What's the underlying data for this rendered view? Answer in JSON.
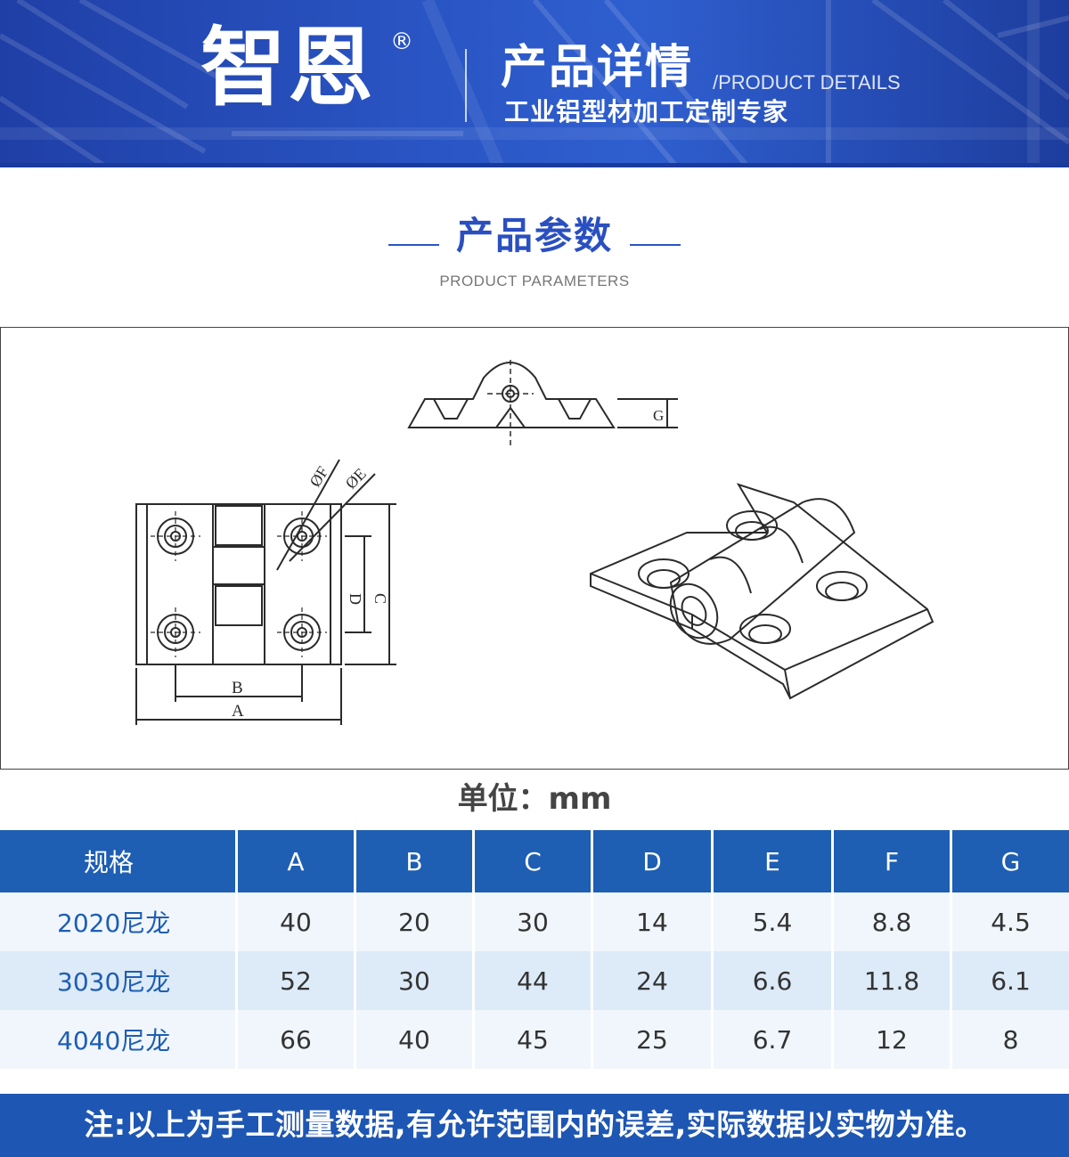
{
  "banner": {
    "logo": "智恩",
    "registered": "®",
    "title": "产品详情",
    "title_en": "/PRODUCT DETAILS",
    "subtitle": "工业铝型材加工定制专家"
  },
  "section": {
    "title": "产品参数",
    "subtitle": "PRODUCT PARAMETERS"
  },
  "drawing": {
    "labels": {
      "g": "G",
      "f": "ØF",
      "e": "ØE",
      "d": "D",
      "c": "C",
      "b": "B",
      "a": "A"
    }
  },
  "unit": "单位：mm",
  "table": {
    "headers": [
      "规格",
      "A",
      "B",
      "C",
      "D",
      "E",
      "F",
      "G"
    ],
    "rows": [
      [
        "2020尼龙",
        "40",
        "20",
        "30",
        "14",
        "5.4",
        "8.8",
        "4.5"
      ],
      [
        "3030尼龙",
        "52",
        "30",
        "44",
        "24",
        "6.6",
        "11.8",
        "6.1"
      ],
      [
        "4040尼龙",
        "66",
        "40",
        "45",
        "25",
        "6.7",
        "12",
        "8"
      ]
    ]
  },
  "note": "注:以上为手工测量数据,有允许范围内的误差,实际数据以实物为准。",
  "colors": {
    "banner_blue": "#2a55c4",
    "table_header": "#1e5eb3",
    "row_light": "#f1f6fc",
    "row_dark": "#ddeaf8",
    "note_bar": "#1e56b3"
  }
}
